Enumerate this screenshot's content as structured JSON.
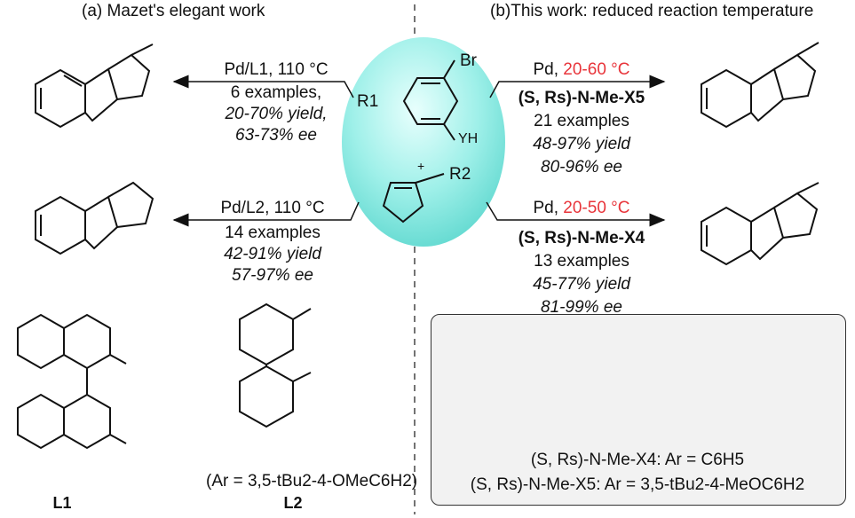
{
  "left": {
    "heading": "(a) Mazet's elegant work",
    "rxn1": {
      "conditions": "Pd/L1, 110 °C",
      "examples": "6 examples,",
      "yield": "20-70% yield,",
      "ee": "63-73% ee"
    },
    "rxn2": {
      "conditions": "Pd/L2, 110 °C",
      "examples": "14 examples",
      "yield": "42-91% yield",
      "ee": "57-97% ee"
    },
    "ligand1_label": "L1",
    "ligand2_label": "L2",
    "ar_note": "(Ar = 3,5-tBu2-4-OMeC6H2)"
  },
  "right": {
    "heading": "(b)This work: reduced reaction temperature",
    "rxn1": {
      "catalyst": "Pd, ",
      "temperature": "20-60 °C",
      "ligand": "(S, Rs)-N-Me-X5",
      "examples": "21 examples",
      "yield": "48-97% yield",
      "ee": "80-96% ee"
    },
    "rxn2": {
      "catalyst": "Pd, ",
      "temperature": "20-50 °C",
      "ligand": "(S, Rs)-N-Me-X4",
      "examples": "13 examples",
      "yield": "45-77% yield",
      "ee": "81-99% ee"
    },
    "ligand_def_x4": "(S, Rs)-N-Me-X4: Ar = C6H5",
    "ligand_def_x5": "(S, Rs)-N-Me-X5: Ar = 3,5-tBu2-4-MeOC6H2"
  },
  "center": {
    "reagent_top_sub1": "Br",
    "reagent_top_sub2": "YH",
    "plus": "+",
    "r1": "R1",
    "r2": "R2"
  },
  "colors": {
    "reagent_bubble": "#8fe8e0",
    "temperature_highlight": "#e8343a",
    "box_fill": "#f2f2f2"
  }
}
